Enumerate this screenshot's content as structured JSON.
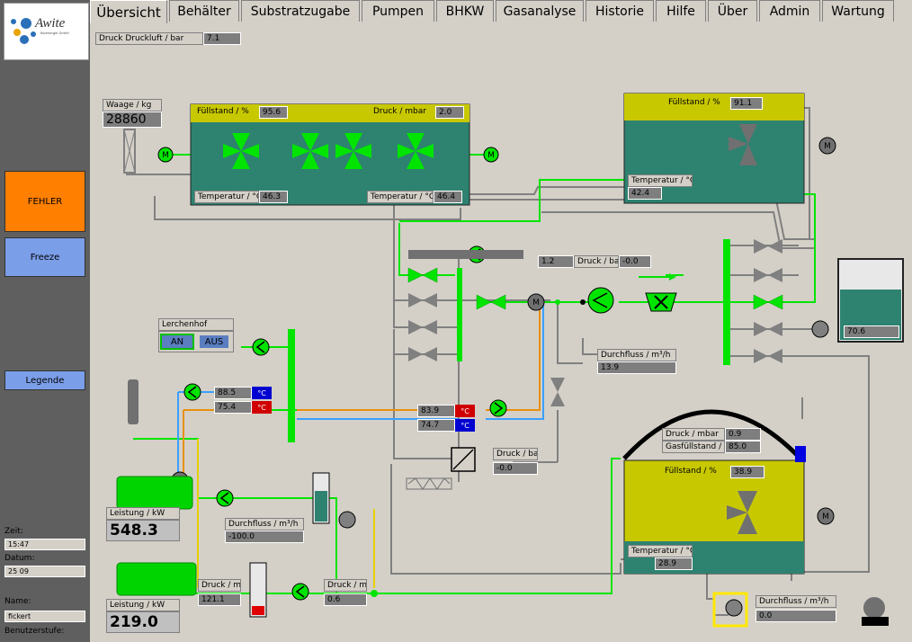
{
  "logo": {
    "brand": "Awite",
    "sub": "Bioenergie GmbH"
  },
  "sidebar": {
    "fehler": "FEHLER",
    "freeze": "Freeze",
    "legende": "Legende",
    "zeit_label": "Zeit:",
    "zeit_value": "15:47",
    "datum_label": "Datum:",
    "datum_value": "25 09",
    "name_label": "Name:",
    "name_value": "fickert",
    "benutzer_label": "Benutzerstufe:"
  },
  "tabs": [
    "Übersicht",
    "Behälter",
    "Substratzugabe",
    "Pumpen",
    "BHKW",
    "Gasanalyse",
    "Historie",
    "Hilfe",
    "Über",
    "Admin",
    "Wartung"
  ],
  "colors": {
    "green": "#00e400",
    "teal": "#2e8270",
    "olive": "#c8c800",
    "orange": "#ff7f00",
    "blue_btn": "#7b9ee8"
  },
  "druckluft": {
    "label": "Druck Druckluft / bar",
    "value": "7.1"
  },
  "waage": {
    "label": "Waage / kg",
    "value": "28860"
  },
  "fermenter1": {
    "fuell_label": "Füllstand / %",
    "fuell_value": "95.6",
    "druck_label": "Druck / mbar",
    "druck_value": "2.0",
    "temp1_label": "Temperatur / °C",
    "temp1_value": "46.3",
    "temp2_label": "Temperatur / °C",
    "temp2_value": "46.4"
  },
  "fermenter2": {
    "fuell_label": "Füllstand / %",
    "fuell_value": "91.1",
    "temp_label": "Temperatur / °C",
    "temp_value": "42.4"
  },
  "druck_mid": {
    "prefix_value": "1.2",
    "label": "Druck / bar",
    "value": "-0.0"
  },
  "durchfluss_mid": {
    "label": "Durchfluss / m³/h",
    "value": "13.9"
  },
  "lager_value": "70.6",
  "lerchenhof": {
    "label": "Lerchenhof",
    "an": "AN",
    "aus": "AUS"
  },
  "hk_left": {
    "v1": "88.5",
    "v2": "75.4"
  },
  "hk_mid": {
    "v1": "83.9",
    "v2": "74.7"
  },
  "temp_unit": "°C",
  "druck_bar2": {
    "label": "Druck / bar",
    "value": "-0.0"
  },
  "gasspeicher": {
    "druck_label": "Druck / mbar",
    "druck_value": "0.9",
    "gas_label": "Gasfüllstand / %",
    "gas_value": "85.0",
    "fuell_label": "Füllstand / %",
    "fuell_value": "38.9",
    "temp_label": "Temperatur / °C",
    "temp_value": "28.9"
  },
  "bhkw1": {
    "leistung_label": "Leistung / kW",
    "leistung_value": "548.3",
    "durchfluss_label": "Durchfluss / m³/h",
    "durchfluss_value": "-100.0"
  },
  "bhkw2": {
    "leistung_label": "Leistung / kW",
    "leistung_value": "219.0",
    "druck_label": "Druck / mbar",
    "druck_value": "121.1"
  },
  "druck_mb2": {
    "label": "Druck / mbar",
    "value": "0.6"
  },
  "durchfluss_bottom": {
    "label": "Durchfluss / m³/h",
    "value": "0.0"
  },
  "motor_letter": "M"
}
